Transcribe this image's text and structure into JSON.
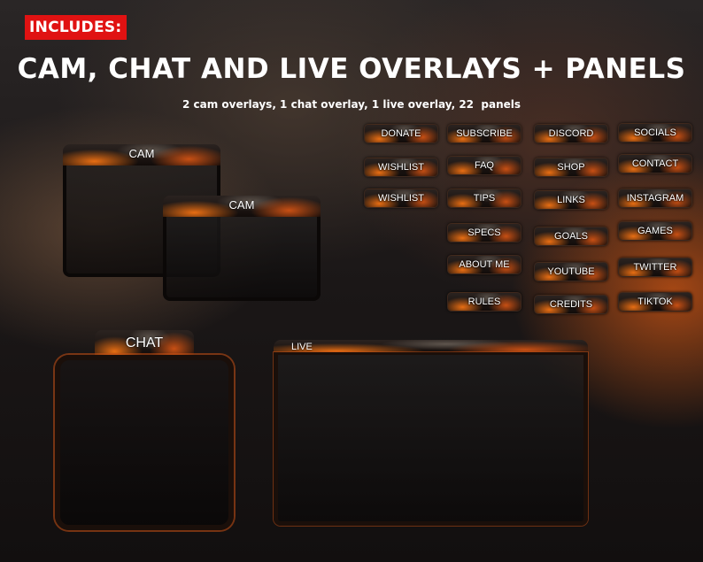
{
  "header": {
    "badge": "INCLUDES:",
    "title": "CAM, CHAT AND LIVE OVERLAYS + PANELS",
    "subtitle": "2 cam overlays, 1 chat overlay, 1 live overlay, 22  panels"
  },
  "overlays": {
    "cam1_label": "CAM",
    "cam2_label": "CAM",
    "chat_label": "CHAT",
    "live_label": "LIVE"
  },
  "panels": {
    "col1": [
      "DONATE",
      "WISHLIST",
      "WISHLIST"
    ],
    "col2": [
      "SUBSCRIBE",
      "FAQ",
      "TIPS",
      "SPECS",
      "ABOUT ME",
      "RULES"
    ],
    "col3": [
      "DISCORD",
      "SHOP",
      "LINKS",
      "GOALS",
      "YOUTUBE",
      "CREDITS"
    ],
    "col4": [
      "SOCIALS",
      "CONTACT",
      "INSTAGRAM",
      "GAMES",
      "TWITTER",
      "TIKTOK"
    ]
  },
  "colors": {
    "badge": "#e01212",
    "accent_fire": "#ff7814",
    "frame": "#0b0807"
  }
}
